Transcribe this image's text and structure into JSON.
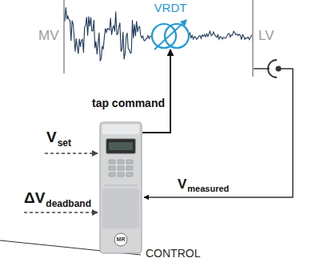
{
  "diagram": {
    "nodes": [
      {
        "text": [
          "VRDT"
        ]
      },
      {
        "text": [
          "CONTROL"
        ]
      }
    ],
    "edges": [
      {
        "from": 1,
        "to": 0,
        "arrow": "to",
        "label": "tap command"
      }
    ],
    "labels": [
      "MV",
      "LV",
      "V",
      "set",
      "ΔV",
      "deadband",
      "V",
      "measured",
      "MR"
    ]
  }
}
